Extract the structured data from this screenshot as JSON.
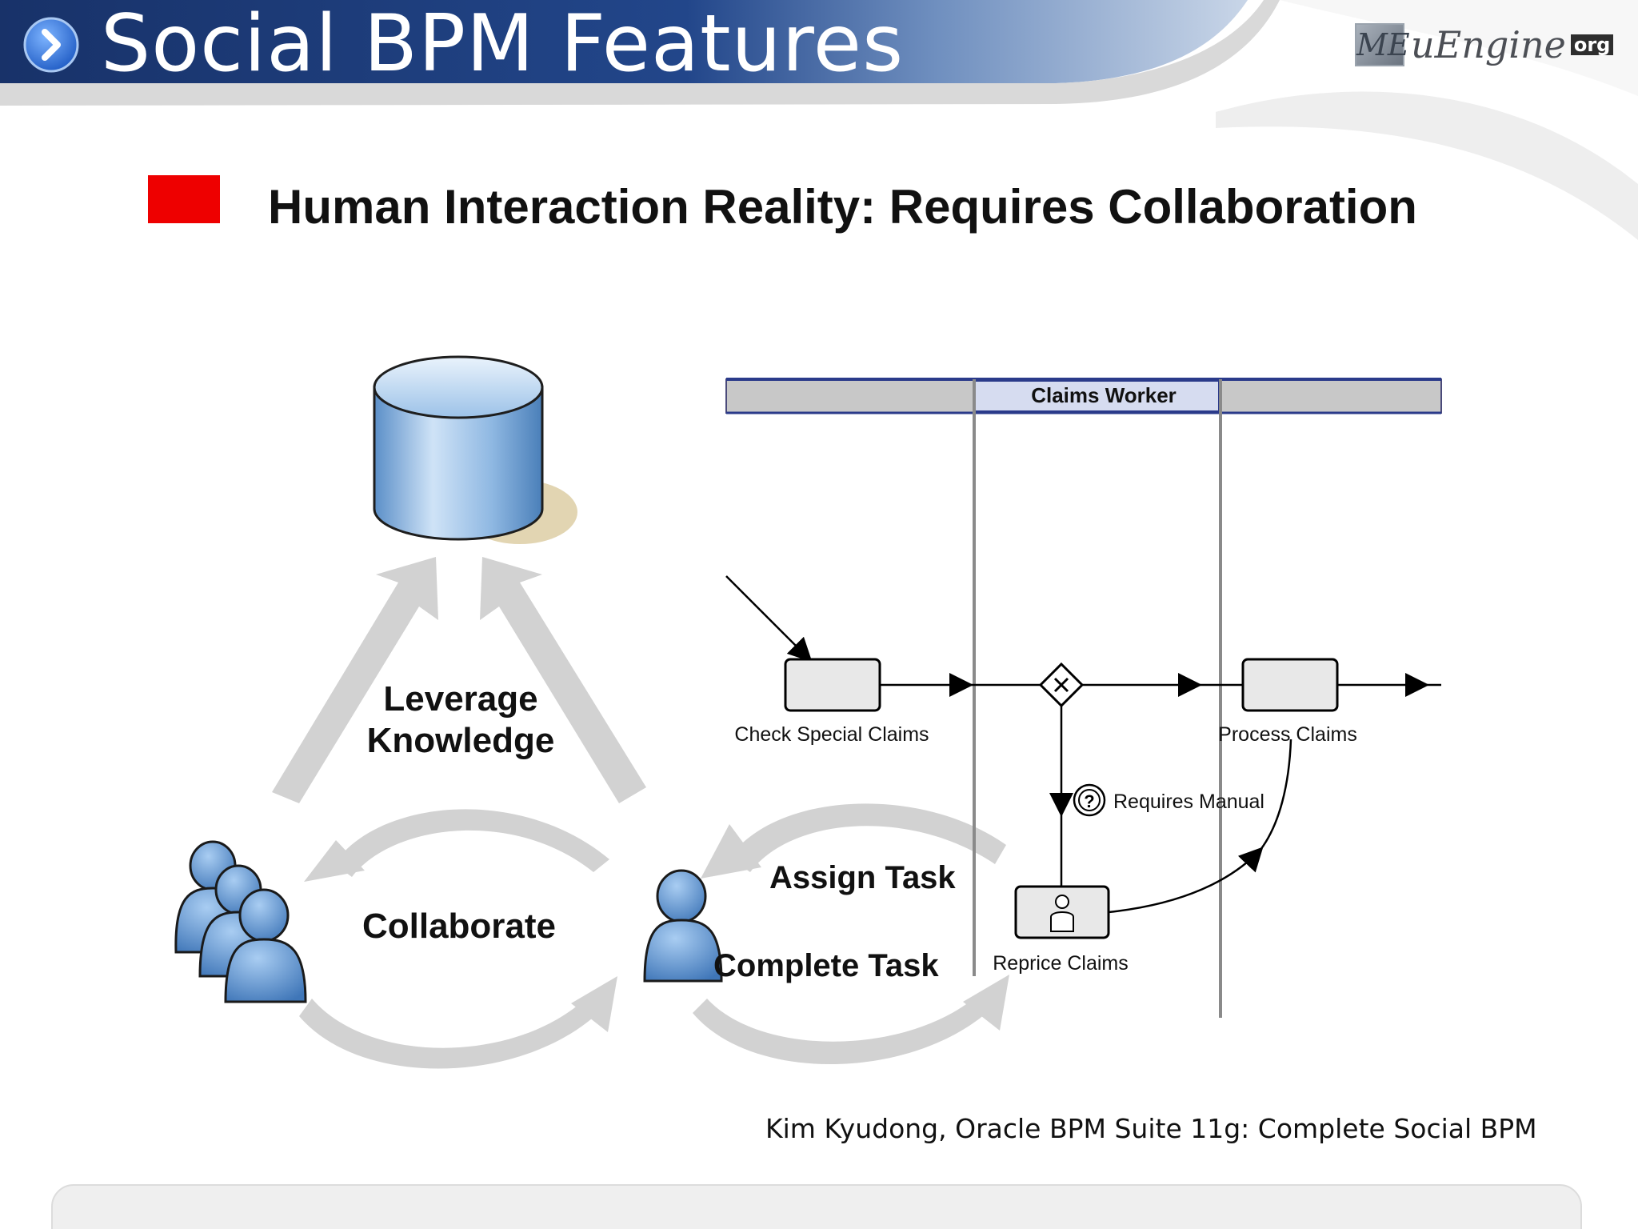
{
  "header": {
    "title": "Social BPM Features",
    "logo": {
      "mark": "ME",
      "name": "uEngine",
      "suffix": "org"
    }
  },
  "subtitle": "Human Interaction Reality: Requires Collaboration",
  "cycle": {
    "leverage_line1": "Leverage",
    "leverage_line2": "Knowledge",
    "collaborate": "Collaborate",
    "assign_task": "Assign Task",
    "complete_task": "Complete Task"
  },
  "process": {
    "lane_header": "Claims Worker",
    "check_special_claims": "Check Special Claims",
    "process_claims": "Process Claims",
    "requires_manual": "Requires Manual",
    "reprice_claims": "Reprice Claims"
  },
  "citation": "Kim Kyudong, Oracle BPM Suite 11g: Complete Social BPM",
  "colors": {
    "header_blue": "#1c3a78",
    "bullet_red": "#ee0000",
    "lane_gray": "#c8c8c8",
    "arrow_gray": "#d2d2d2",
    "person_blue": "#5a8fc8"
  }
}
